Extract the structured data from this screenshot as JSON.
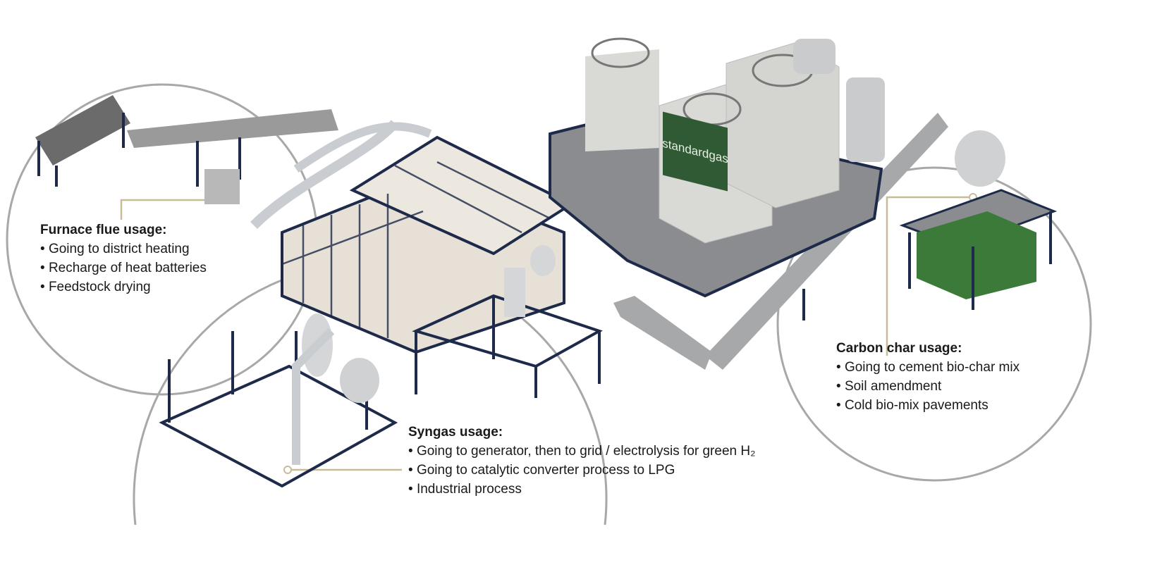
{
  "callouts": {
    "furnace": {
      "title": "Furnace flue usage:",
      "items": [
        "Going to district heating",
        "Recharge of heat batteries",
        "Feedstock drying"
      ]
    },
    "syngas": {
      "title": "Syngas usage:",
      "items": [
        "Going to generator, then to grid / electrolysis for green H₂",
        "Going to catalytic converter process to LPG",
        "Industrial process"
      ]
    },
    "carbon": {
      "title": "Carbon char usage:",
      "items": [
        "Going to cement bio-char mix",
        "Soil amendment",
        "Cold bio-mix pavements"
      ]
    }
  },
  "logo_text": "standardgas",
  "colors": {
    "circle": "#a8a8a8",
    "leader": "#c8bc98",
    "frame": "#1e2a4a",
    "panel": "#e6e0d6",
    "tower": "#d9d9d6",
    "green": "#2f5a33"
  }
}
